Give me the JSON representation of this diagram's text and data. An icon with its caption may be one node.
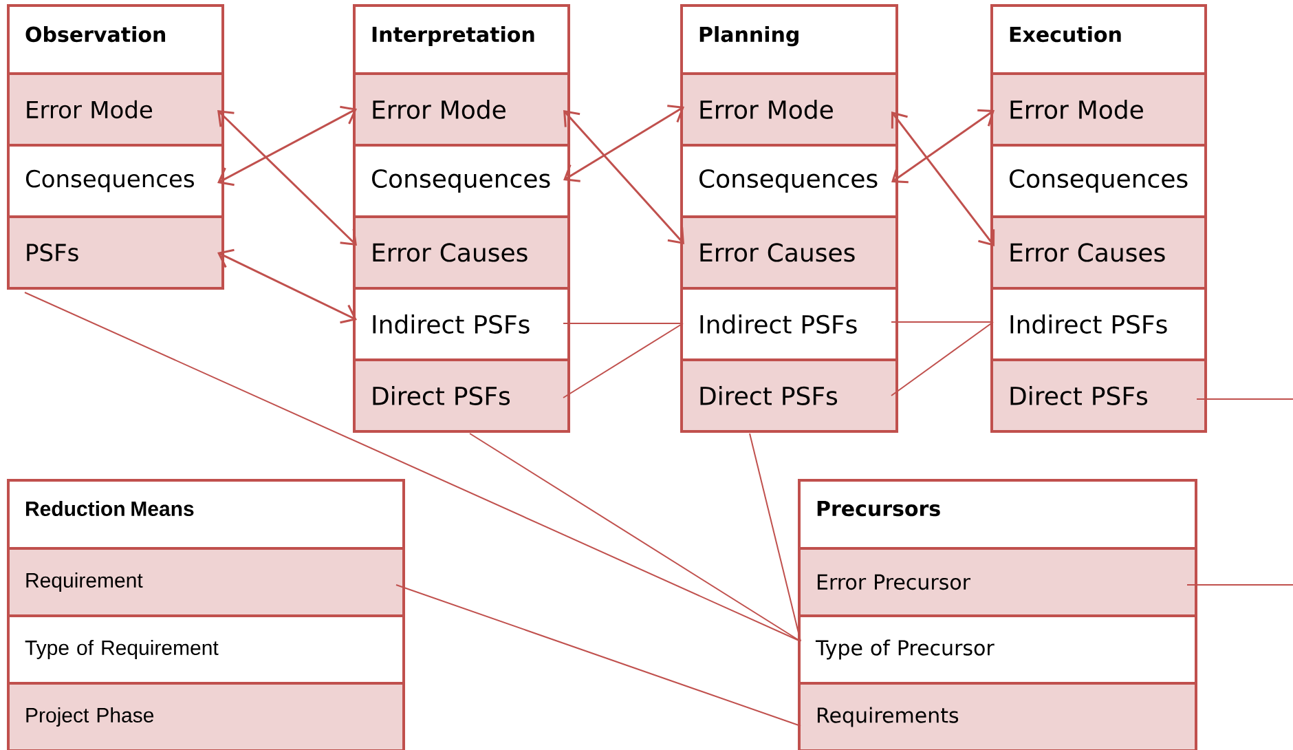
{
  "diagram": {
    "nodes": [
      {
        "text": [
          "Observation"
        ]
      },
      {
        "text": [
          "Error Mode"
        ],
        "in": 0
      },
      {
        "text": [
          "Consequences"
        ],
        "in": 0
      },
      {
        "text": [
          "PSFs"
        ],
        "in": 0
      },
      {
        "text": [
          "Interpretation"
        ]
      },
      {
        "text": [
          "Error Mode"
        ],
        "in": 4
      },
      {
        "text": [
          "Consequences"
        ],
        "in": 4
      },
      {
        "text": [
          "Error Causes"
        ],
        "in": 4
      },
      {
        "text": [
          "Indirect PSFs"
        ],
        "in": 4
      },
      {
        "text": [
          "Direct PSFs"
        ],
        "in": 4
      },
      {
        "text": [
          "Planning"
        ]
      },
      {
        "text": [
          "Error Mode"
        ],
        "in": 10
      },
      {
        "text": [
          "Consequences"
        ],
        "in": 10
      },
      {
        "text": [
          "Error Causes"
        ],
        "in": 10
      },
      {
        "text": [
          "Indirect PSFs"
        ],
        "in": 10
      },
      {
        "text": [
          "Direct PSFs"
        ],
        "in": 10
      },
      {
        "text": [
          "Execution"
        ]
      },
      {
        "text": [
          "Error Mode"
        ],
        "in": 16
      },
      {
        "text": [
          "Consequences"
        ],
        "in": 16
      },
      {
        "text": [
          "Error Causes"
        ],
        "in": 16
      },
      {
        "text": [
          "Indirect PSFs"
        ],
        "in": 16
      },
      {
        "text": [
          "Direct PSFs"
        ],
        "in": 16
      },
      {
        "text": [
          "Reduction Means"
        ]
      },
      {
        "text": [
          "Requirement"
        ],
        "in": 22
      },
      {
        "text": [
          "Type of Requirement"
        ],
        "in": 22
      },
      {
        "text": [
          "Project Phase"
        ],
        "in": 22
      },
      {
        "text": [
          "Precursors"
        ]
      },
      {
        "text": [
          "Error Precursor"
        ],
        "in": 26
      },
      {
        "text": [
          "Type of Precursor"
        ],
        "in": 26
      },
      {
        "text": [
          "Requirements"
        ],
        "in": 26
      }
    ],
    "edges": [
      {
        "from": 1,
        "to": 7,
        "arrow": "both"
      },
      {
        "from": 2,
        "to": 5,
        "arrow": "both"
      },
      {
        "from": 3,
        "to": 8,
        "arrow": "both"
      },
      {
        "from": 5,
        "to": 13,
        "arrow": "both"
      },
      {
        "from": 6,
        "to": 11,
        "arrow": "both"
      },
      {
        "from": 8,
        "to": 14,
        "arrow": "none"
      },
      {
        "from": 9,
        "to": 14,
        "arrow": "none"
      },
      {
        "from": 11,
        "to": 19,
        "arrow": "both"
      },
      {
        "from": 12,
        "to": 17,
        "arrow": "both"
      },
      {
        "from": 14,
        "to": 20,
        "arrow": "none"
      },
      {
        "from": 15,
        "to": 20,
        "arrow": "none"
      },
      {
        "from": 21,
        "to": null,
        "arrow": "none"
      },
      {
        "from": 27,
        "to": null,
        "arrow": "none"
      },
      {
        "from": 0,
        "to": 28,
        "arrow": "none"
      },
      {
        "from": 4,
        "to": 28,
        "arrow": "none"
      },
      {
        "from": 10,
        "to": 28,
        "arrow": "none"
      },
      {
        "from": 23,
        "to": 29,
        "arrow": "none"
      }
    ]
  }
}
